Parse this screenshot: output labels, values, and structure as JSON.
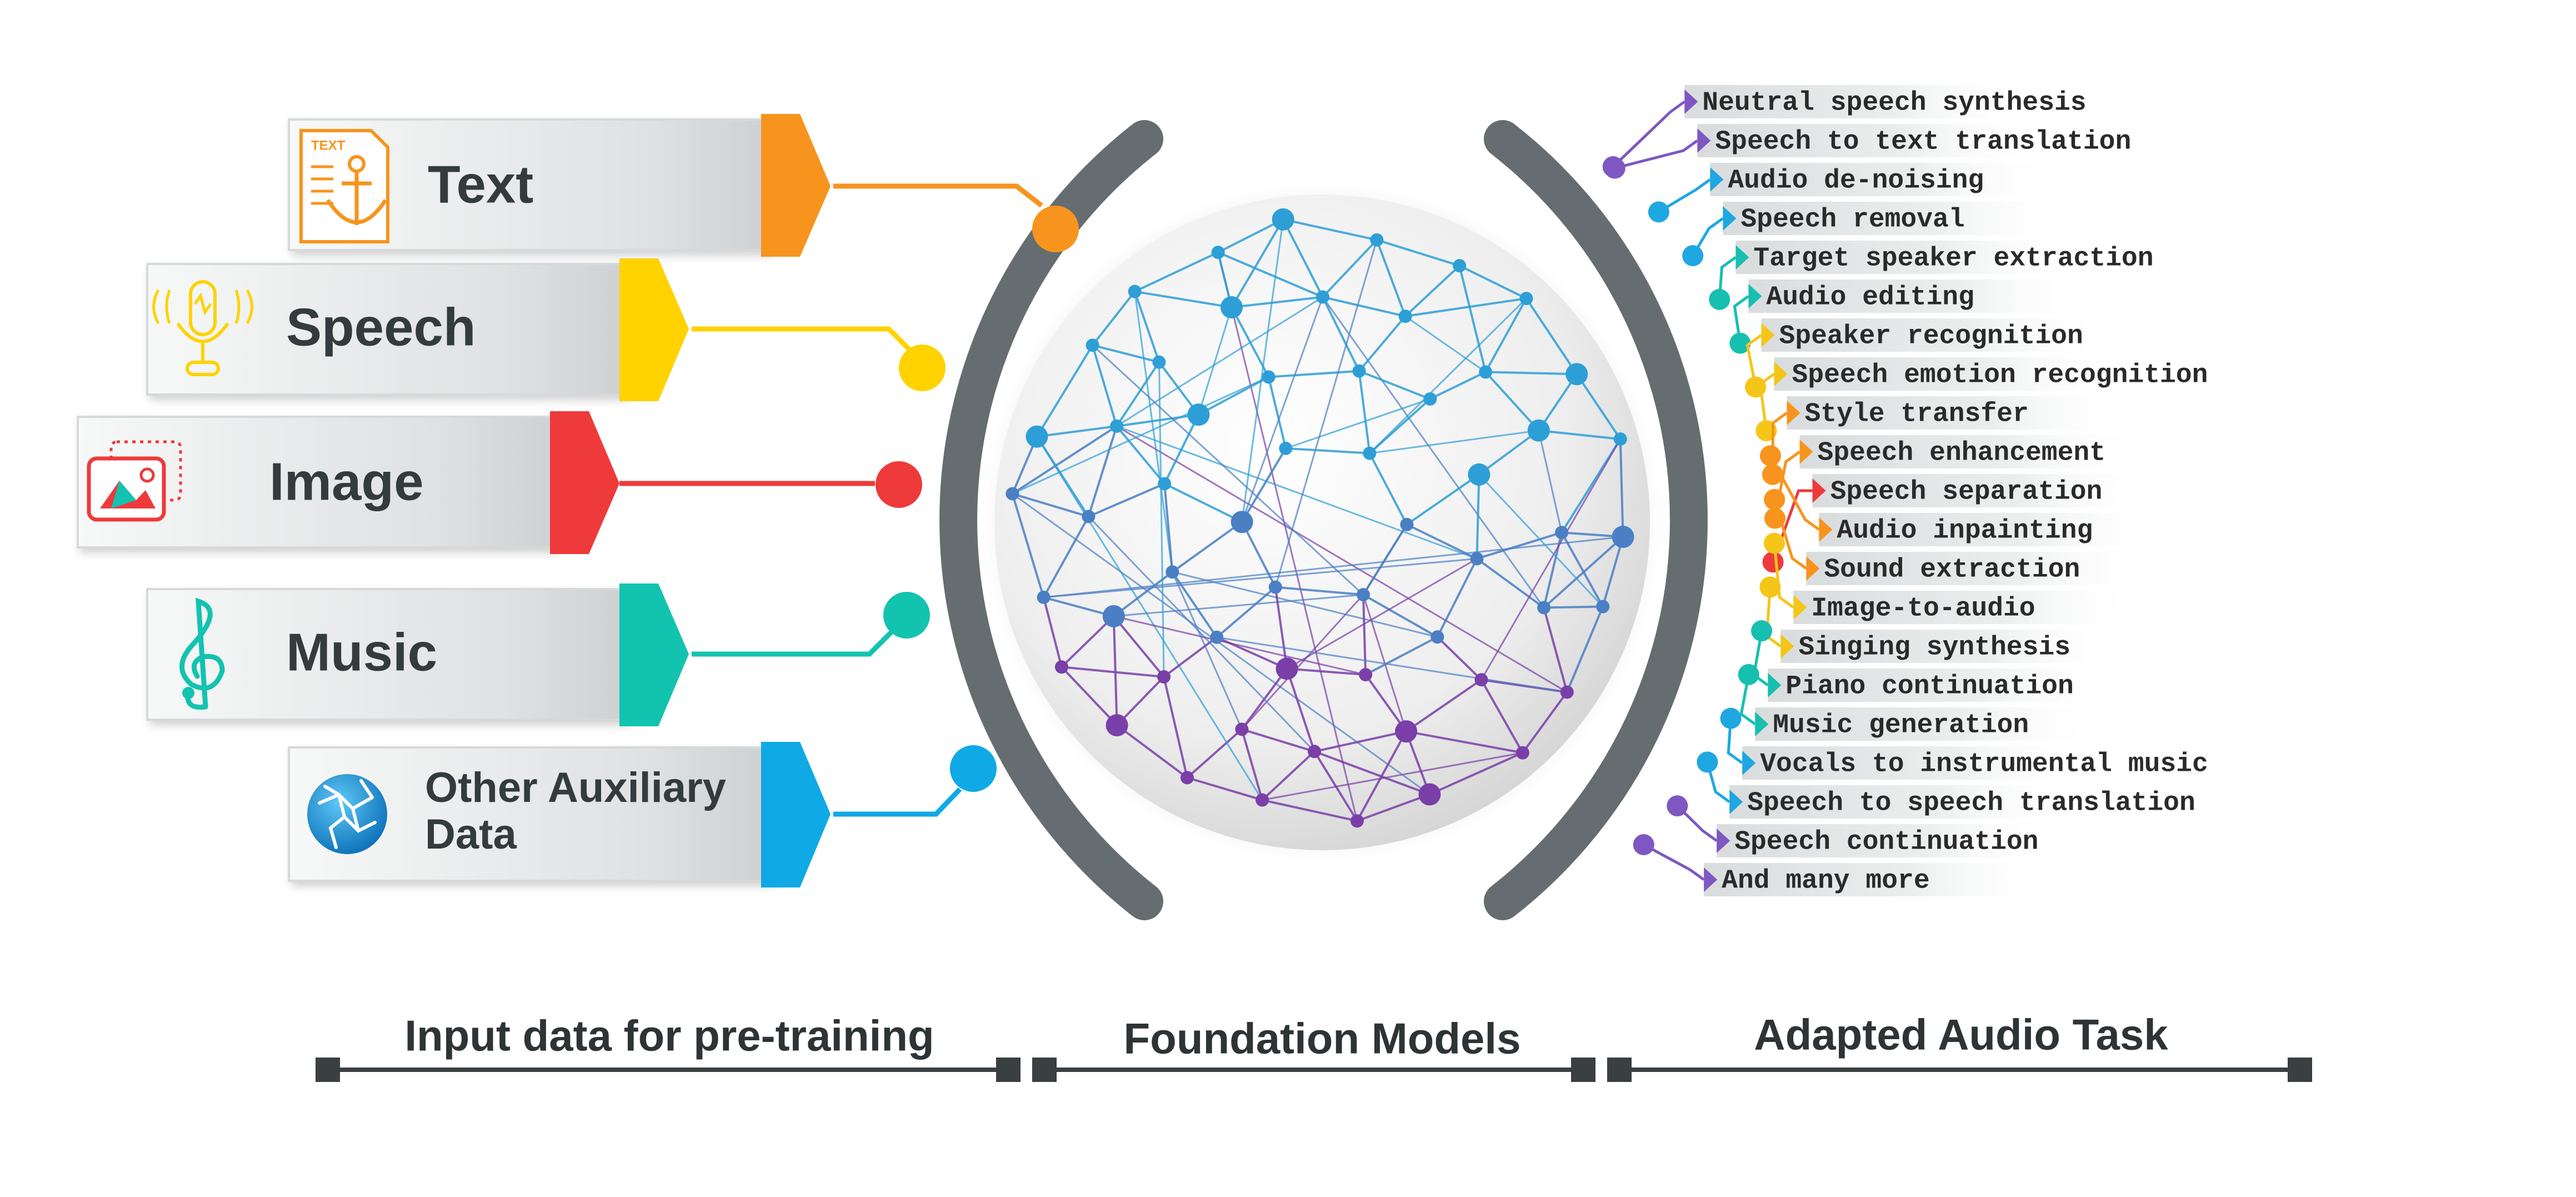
{
  "inputs": [
    {
      "label": "Text",
      "color": "#f7941d",
      "icon": "text-document-anchor-icon"
    },
    {
      "label": "Speech",
      "color": "#ffd200",
      "icon": "microphone-icon"
    },
    {
      "label": "Image",
      "color": "#ee3a3a",
      "icon": "image-icon"
    },
    {
      "label": "Music",
      "color": "#12c3b0",
      "icon": "treble-clef-icon"
    },
    {
      "label": "Other Auxiliary",
      "label2": "Data",
      "color": "#0fa9e6",
      "icon": "globe-network-icon"
    }
  ],
  "text_icon_caption": "TEXT",
  "center": {
    "icon": "network-sphere-icon"
  },
  "tasks": [
    {
      "label": "Neutral speech synthesis",
      "color": "#7e57c2"
    },
    {
      "label": "Speech to text translation",
      "color": "#7e57c2"
    },
    {
      "label": "Audio de-noising",
      "color": "#1ea7e1"
    },
    {
      "label": "Speech removal",
      "color": "#1ea7e1"
    },
    {
      "label": "Target speaker extraction",
      "color": "#16bfb0"
    },
    {
      "label": "Audio editing",
      "color": "#16bfb0"
    },
    {
      "label": "Speaker recognition",
      "color": "#f5c518"
    },
    {
      "label": "Speech emotion recognition",
      "color": "#f5c518"
    },
    {
      "label": "Style transfer",
      "color": "#f7941d"
    },
    {
      "label": "Speech enhancement",
      "color": "#f7941d"
    },
    {
      "label": "Speech separation",
      "color": "#ee3a3a"
    },
    {
      "label": "Audio inpainting",
      "color": "#f7941d"
    },
    {
      "label": "Sound extraction",
      "color": "#f7941d"
    },
    {
      "label": "Image-to-audio",
      "color": "#f5c518"
    },
    {
      "label": "Singing synthesis",
      "color": "#f5c518"
    },
    {
      "label": "Piano continuation",
      "color": "#16bfb0"
    },
    {
      "label": "Music generation",
      "color": "#16bfb0"
    },
    {
      "label": "Vocals to instrumental music",
      "color": "#1ea7e1"
    },
    {
      "label": "Speech to speech translation",
      "color": "#1ea7e1"
    },
    {
      "label": "Speech continuation",
      "color": "#7e57c2"
    },
    {
      "label": "And many more",
      "color": "#7e57c2"
    }
  ],
  "sections": [
    {
      "label": "Input data for pre-training"
    },
    {
      "label": "Foundation Models"
    },
    {
      "label": "Adapted Audio Task"
    }
  ]
}
